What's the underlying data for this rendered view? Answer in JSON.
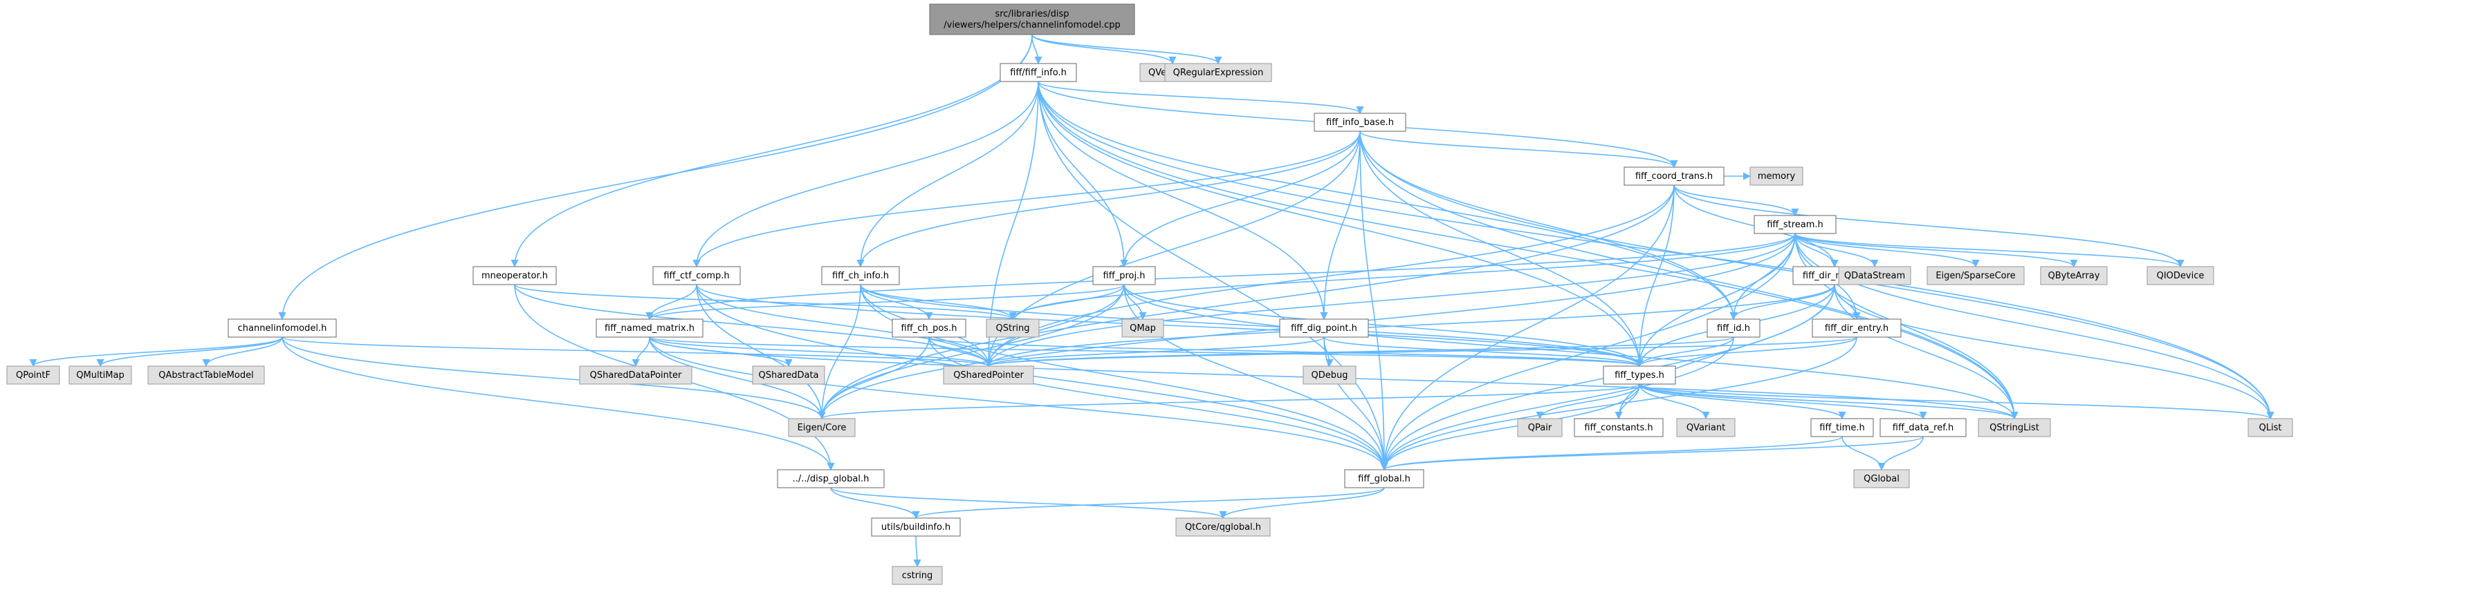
{
  "nodes": [
    {
      "id": "root",
      "lines": [
        "src/libraries/disp",
        "/viewers/helpers/channelinfomodel.cpp"
      ],
      "kind": "root"
    },
    {
      "id": "fiff_info",
      "lines": [
        "fiff/fiff_info.h"
      ],
      "kind": "local"
    },
    {
      "id": "qvector3d",
      "lines": [
        "QVector3D"
      ],
      "kind": "system"
    },
    {
      "id": "qregexp",
      "lines": [
        "QRegularExpression"
      ],
      "kind": "system"
    },
    {
      "id": "fiff_info_base",
      "lines": [
        "fiff_info_base.h"
      ],
      "kind": "local"
    },
    {
      "id": "fiff_coord_trans",
      "lines": [
        "fiff_coord_trans.h"
      ],
      "kind": "local"
    },
    {
      "id": "memory",
      "lines": [
        "memory"
      ],
      "kind": "system"
    },
    {
      "id": "fiff_stream",
      "lines": [
        "fiff_stream.h"
      ],
      "kind": "local"
    },
    {
      "id": "mneoperator",
      "lines": [
        "mneoperator.h"
      ],
      "kind": "local"
    },
    {
      "id": "fiff_ctf_comp",
      "lines": [
        "fiff_ctf_comp.h"
      ],
      "kind": "local"
    },
    {
      "id": "fiff_ch_info",
      "lines": [
        "fiff_ch_info.h"
      ],
      "kind": "local"
    },
    {
      "id": "fiff_proj",
      "lines": [
        "fiff_proj.h"
      ],
      "kind": "local"
    },
    {
      "id": "fiff_dir_node",
      "lines": [
        "fiff_dir_node.h"
      ],
      "kind": "local"
    },
    {
      "id": "qdatastream",
      "lines": [
        "QDataStream"
      ],
      "kind": "system"
    },
    {
      "id": "eigen_sparse",
      "lines": [
        "Eigen/SparseCore"
      ],
      "kind": "system"
    },
    {
      "id": "qbytearray",
      "lines": [
        "QByteArray"
      ],
      "kind": "system"
    },
    {
      "id": "qiodevice",
      "lines": [
        "QIODevice"
      ],
      "kind": "system"
    },
    {
      "id": "channelinfomodel",
      "lines": [
        "channelinfomodel.h"
      ],
      "kind": "local"
    },
    {
      "id": "fiff_named_matrix",
      "lines": [
        "fiff_named_matrix.h"
      ],
      "kind": "local"
    },
    {
      "id": "fiff_ch_pos",
      "lines": [
        "fiff_ch_pos.h"
      ],
      "kind": "local"
    },
    {
      "id": "qstring",
      "lines": [
        "QString"
      ],
      "kind": "system"
    },
    {
      "id": "qmap",
      "lines": [
        "QMap"
      ],
      "kind": "system"
    },
    {
      "id": "fiff_dig_point",
      "lines": [
        "fiff_dig_point.h"
      ],
      "kind": "local"
    },
    {
      "id": "fiff_id",
      "lines": [
        "fiff_id.h"
      ],
      "kind": "local"
    },
    {
      "id": "fiff_dir_entry",
      "lines": [
        "fiff_dir_entry.h"
      ],
      "kind": "local"
    },
    {
      "id": "qpointf",
      "lines": [
        "QPointF"
      ],
      "kind": "system"
    },
    {
      "id": "qmultimap",
      "lines": [
        "QMultiMap"
      ],
      "kind": "system"
    },
    {
      "id": "qabstracttablemodel",
      "lines": [
        "QAbstractTableModel"
      ],
      "kind": "system"
    },
    {
      "id": "qshareddatapointer",
      "lines": [
        "QSharedDataPointer"
      ],
      "kind": "system"
    },
    {
      "id": "qshareddata",
      "lines": [
        "QSharedData"
      ],
      "kind": "system"
    },
    {
      "id": "qsharedpointer",
      "lines": [
        "QSharedPointer"
      ],
      "kind": "system"
    },
    {
      "id": "qdebug",
      "lines": [
        "QDebug"
      ],
      "kind": "system"
    },
    {
      "id": "fiff_types",
      "lines": [
        "fiff_types.h"
      ],
      "kind": "local"
    },
    {
      "id": "eigen_core",
      "lines": [
        "Eigen/Core"
      ],
      "kind": "system"
    },
    {
      "id": "qpair",
      "lines": [
        "QPair"
      ],
      "kind": "system"
    },
    {
      "id": "fiff_constants",
      "lines": [
        "fiff_constants.h"
      ],
      "kind": "local"
    },
    {
      "id": "qvariant",
      "lines": [
        "QVariant"
      ],
      "kind": "system"
    },
    {
      "id": "fiff_time",
      "lines": [
        "fiff_time.h"
      ],
      "kind": "local"
    },
    {
      "id": "fiff_data_ref",
      "lines": [
        "fiff_data_ref.h"
      ],
      "kind": "local"
    },
    {
      "id": "qstringlist",
      "lines": [
        "QStringList"
      ],
      "kind": "system"
    },
    {
      "id": "qlist",
      "lines": [
        "QList"
      ],
      "kind": "system"
    },
    {
      "id": "disp_global",
      "lines": [
        "../../disp_global.h"
      ],
      "kind": "local"
    },
    {
      "id": "fiff_global",
      "lines": [
        "fiff_global.h"
      ],
      "kind": "local"
    },
    {
      "id": "qglobal",
      "lines": [
        "QGlobal"
      ],
      "kind": "system"
    },
    {
      "id": "buildinfo",
      "lines": [
        "utils/buildinfo.h"
      ],
      "kind": "local"
    },
    {
      "id": "qtcore_qglobal",
      "lines": [
        "QtCore/qglobal.h"
      ],
      "kind": "system"
    },
    {
      "id": "cstring",
      "lines": [
        "cstring"
      ],
      "kind": "system"
    }
  ],
  "edges": [
    [
      "root",
      "fiff_info"
    ],
    [
      "root",
      "qvector3d"
    ],
    [
      "root",
      "qregexp"
    ],
    [
      "root",
      "mneoperator"
    ],
    [
      "root",
      "channelinfomodel"
    ],
    [
      "fiff_info",
      "fiff_info_base"
    ],
    [
      "fiff_info",
      "fiff_coord_trans"
    ],
    [
      "fiff_info",
      "fiff_ctf_comp"
    ],
    [
      "fiff_info",
      "fiff_ch_info"
    ],
    [
      "fiff_info",
      "fiff_proj"
    ],
    [
      "fiff_info",
      "fiff_dig_point"
    ],
    [
      "fiff_info",
      "fiff_id"
    ],
    [
      "fiff_info",
      "fiff_types"
    ],
    [
      "fiff_info",
      "qsharedpointer"
    ],
    [
      "fiff_info",
      "qstringlist"
    ],
    [
      "fiff_info",
      "qlist"
    ],
    [
      "fiff_info",
      "fiff_global"
    ],
    [
      "fiff_info_base",
      "fiff_coord_trans"
    ],
    [
      "fiff_info_base",
      "fiff_ch_info"
    ],
    [
      "fiff_info_base",
      "fiff_proj"
    ],
    [
      "fiff_info_base",
      "fiff_dig_point"
    ],
    [
      "fiff_info_base",
      "fiff_ctf_comp"
    ],
    [
      "fiff_info_base",
      "fiff_id"
    ],
    [
      "fiff_info_base",
      "fiff_types"
    ],
    [
      "fiff_info_base",
      "qsharedpointer"
    ],
    [
      "fiff_info_base",
      "qstringlist"
    ],
    [
      "fiff_info_base",
      "qlist"
    ],
    [
      "fiff_info_base",
      "fiff_global"
    ],
    [
      "fiff_coord_trans",
      "fiff_stream"
    ],
    [
      "fiff_coord_trans",
      "memory"
    ],
    [
      "fiff_coord_trans",
      "fiff_dir_node"
    ],
    [
      "fiff_coord_trans",
      "fiff_types"
    ],
    [
      "fiff_coord_trans",
      "qsharedpointer"
    ],
    [
      "fiff_coord_trans",
      "eigen_core"
    ],
    [
      "fiff_coord_trans",
      "qiodevice"
    ],
    [
      "fiff_coord_trans",
      "fiff_global"
    ],
    [
      "fiff_stream",
      "fiff_dir_node"
    ],
    [
      "fiff_stream",
      "qdatastream"
    ],
    [
      "fiff_stream",
      "eigen_sparse"
    ],
    [
      "fiff_stream",
      "qbytearray"
    ],
    [
      "fiff_stream",
      "qiodevice"
    ],
    [
      "fiff_stream",
      "fiff_id"
    ],
    [
      "fiff_stream",
      "fiff_dir_entry"
    ],
    [
      "fiff_stream",
      "fiff_types"
    ],
    [
      "fiff_stream",
      "qsharedpointer"
    ],
    [
      "fiff_stream",
      "qstring"
    ],
    [
      "fiff_stream",
      "qstringlist"
    ],
    [
      "fiff_stream",
      "qlist"
    ],
    [
      "fiff_stream",
      "eigen_core"
    ],
    [
      "fiff_stream",
      "fiff_global"
    ],
    [
      "fiff_stream",
      "fiff_named_matrix"
    ],
    [
      "mneoperator",
      "qstring"
    ],
    [
      "mneoperator",
      "qsharedpointer"
    ],
    [
      "mneoperator",
      "disp_global"
    ],
    [
      "fiff_ctf_comp",
      "fiff_named_matrix"
    ],
    [
      "fiff_ctf_comp",
      "fiff_types"
    ],
    [
      "fiff_ctf_comp",
      "qsharedpointer"
    ],
    [
      "fiff_ctf_comp",
      "eigen_core"
    ],
    [
      "fiff_ctf_comp",
      "fiff_global"
    ],
    [
      "fiff_ch_info",
      "fiff_ch_pos"
    ],
    [
      "fiff_ch_info",
      "fiff_types"
    ],
    [
      "fiff_ch_info",
      "qstring"
    ],
    [
      "fiff_ch_info",
      "qsharedpointer"
    ],
    [
      "fiff_ch_info",
      "eigen_core"
    ],
    [
      "fiff_ch_info",
      "fiff_global"
    ],
    [
      "fiff_proj",
      "fiff_named_matrix"
    ],
    [
      "fiff_proj",
      "fiff_types"
    ],
    [
      "fiff_proj",
      "qmap"
    ],
    [
      "fiff_proj",
      "qstring"
    ],
    [
      "fiff_proj",
      "qsharedpointer"
    ],
    [
      "fiff_proj",
      "eigen_core"
    ],
    [
      "fiff_proj",
      "qstringlist"
    ],
    [
      "fiff_proj",
      "fiff_global"
    ],
    [
      "fiff_dir_node",
      "fiff_id"
    ],
    [
      "fiff_dir_node",
      "fiff_dir_entry"
    ],
    [
      "fiff_dir_node",
      "fiff_types"
    ],
    [
      "fiff_dir_node",
      "qsharedpointer"
    ],
    [
      "fiff_dir_node",
      "qstringlist"
    ],
    [
      "fiff_dir_node",
      "qlist"
    ],
    [
      "fiff_dir_node",
      "fiff_constants"
    ],
    [
      "fiff_dir_node",
      "fiff_global"
    ],
    [
      "channelinfomodel",
      "qpointf"
    ],
    [
      "channelinfomodel",
      "qmultimap"
    ],
    [
      "channelinfomodel",
      "qabstracttablemodel"
    ],
    [
      "channelinfomodel",
      "qsharedpointer"
    ],
    [
      "channelinfomodel",
      "eigen_core"
    ],
    [
      "channelinfomodel",
      "disp_global"
    ],
    [
      "fiff_named_matrix",
      "qshareddatapointer"
    ],
    [
      "fiff_named_matrix",
      "qshareddata"
    ],
    [
      "fiff_named_matrix",
      "qsharedpointer"
    ],
    [
      "fiff_named_matrix",
      "fiff_types"
    ],
    [
      "fiff_named_matrix",
      "eigen_core"
    ],
    [
      "fiff_named_matrix",
      "qstringlist"
    ],
    [
      "fiff_named_matrix",
      "fiff_global"
    ],
    [
      "fiff_ch_pos",
      "fiff_types"
    ],
    [
      "fiff_ch_pos",
      "qsharedpointer"
    ],
    [
      "fiff_ch_pos",
      "eigen_core"
    ],
    [
      "fiff_ch_pos",
      "fiff_global"
    ],
    [
      "fiff_dig_point",
      "qdebug"
    ],
    [
      "fiff_dig_point",
      "qsharedpointer"
    ],
    [
      "fiff_dig_point",
      "fiff_types"
    ],
    [
      "fiff_dig_point",
      "fiff_global"
    ],
    [
      "fiff_id",
      "fiff_types"
    ],
    [
      "fiff_id",
      "qsharedpointer"
    ],
    [
      "fiff_id",
      "fiff_global"
    ],
    [
      "fiff_dir_entry",
      "fiff_types"
    ],
    [
      "fiff_dir_entry",
      "qsharedpointer"
    ],
    [
      "fiff_dir_entry",
      "fiff_global"
    ],
    [
      "fiff_types",
      "eigen_core"
    ],
    [
      "fiff_types",
      "qpair"
    ],
    [
      "fiff_types",
      "fiff_constants"
    ],
    [
      "fiff_types",
      "qvariant"
    ],
    [
      "fiff_types",
      "fiff_time"
    ],
    [
      "fiff_types",
      "fiff_data_ref"
    ],
    [
      "fiff_types",
      "qstringlist"
    ],
    [
      "fiff_types",
      "qlist"
    ],
    [
      "fiff_types",
      "fiff_global"
    ],
    [
      "fiff_time",
      "qglobal"
    ],
    [
      "fiff_time",
      "fiff_global"
    ],
    [
      "fiff_data_ref",
      "qglobal"
    ],
    [
      "fiff_data_ref",
      "fiff_global"
    ],
    [
      "disp_global",
      "buildinfo"
    ],
    [
      "disp_global",
      "qtcore_qglobal"
    ],
    [
      "fiff_global",
      "buildinfo"
    ],
    [
      "fiff_global",
      "qtcore_qglobal"
    ],
    [
      "buildinfo",
      "cstring"
    ]
  ]
}
